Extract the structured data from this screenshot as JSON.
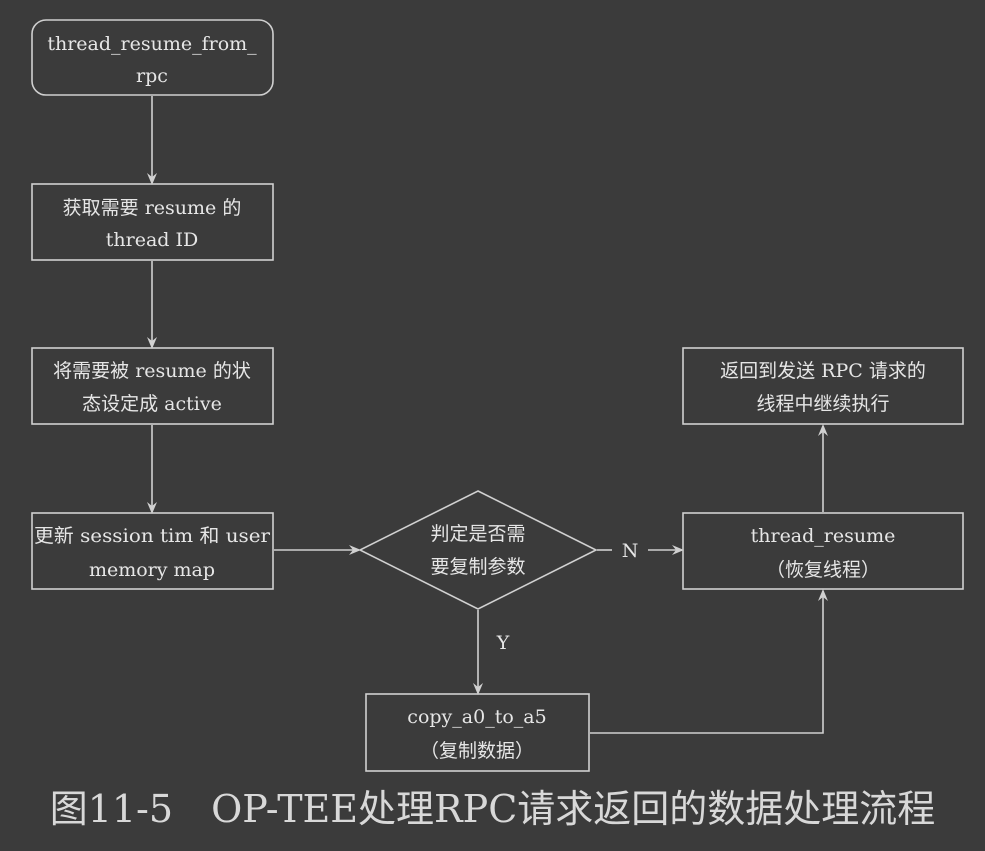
{
  "nodes": {
    "start": {
      "lines": [
        "thread_resume_from_",
        "rpc"
      ]
    },
    "get_thread": {
      "lines": [
        "获取需要 resume 的",
        "thread ID"
      ]
    },
    "set_active": {
      "lines": [
        "将需要被 resume 的状",
        "态设定成 active"
      ]
    },
    "update_session": {
      "lines": [
        "更新 session tim 和 user",
        "memory map"
      ]
    },
    "decision": {
      "lines": [
        "判定是否需",
        "要复制参数"
      ]
    },
    "thread_resume": {
      "lines": [
        "thread_resume",
        "（恢复线程）"
      ]
    },
    "return_rpc": {
      "lines": [
        "返回到发送 RPC 请求的",
        "线程中继续执行"
      ]
    },
    "copy_args": {
      "lines": [
        "copy_a0_to_a5",
        "（复制数据）"
      ]
    }
  },
  "edge_labels": {
    "no": "N",
    "yes": "Y"
  },
  "caption": "图11-5　OP-TEE处理RPC请求返回的数据处理流程",
  "colors": {
    "background": "#3b3b3b",
    "stroke": "#d0d0d0",
    "text": "#e6e6e6"
  }
}
